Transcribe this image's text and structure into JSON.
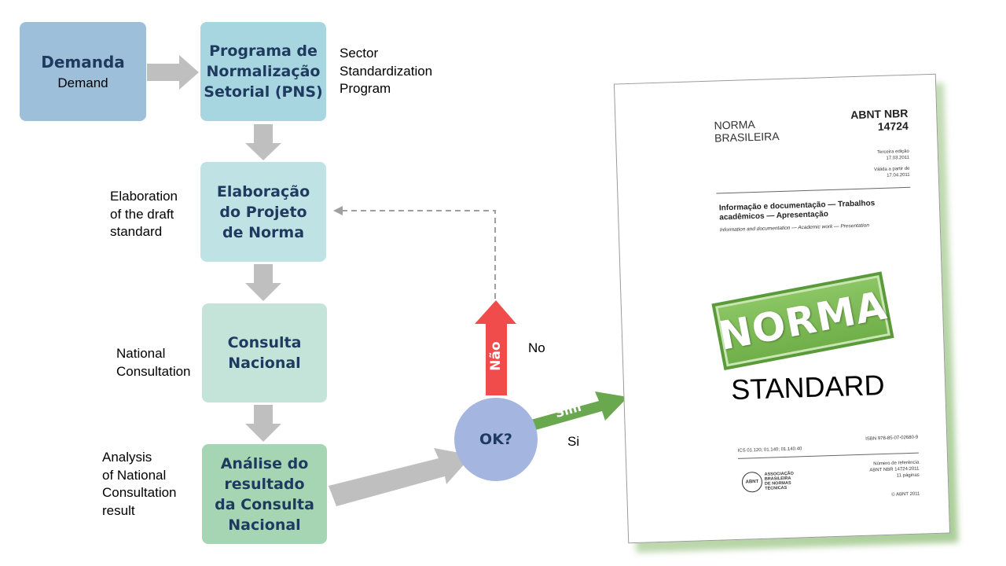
{
  "boxes": {
    "demanda": {
      "pt": "Demanda",
      "en": "Demand"
    },
    "pns": {
      "pt1": "Programa de",
      "pt2": "Normalização",
      "pt3": "Setorial (PNS)"
    },
    "elaboracao": {
      "pt1": "Elaboração",
      "pt2": "do Projeto",
      "pt3": "de Norma"
    },
    "consulta": {
      "pt1": "Consulta",
      "pt2": "Nacional"
    },
    "analise": {
      "pt1": "Análise do",
      "pt2": "resultado",
      "pt3": "da Consulta",
      "pt4": "Nacional"
    }
  },
  "side_labels": {
    "pns": [
      "Sector",
      "Standardization",
      "Program"
    ],
    "elaboracao": [
      "Elaboration",
      "of the draft",
      "standard"
    ],
    "consulta": [
      "National",
      "Consultation"
    ],
    "analise": [
      "Analysis",
      "of National",
      "Consultation",
      "result"
    ]
  },
  "decision": {
    "label": "OK?",
    "no_pt": "Não",
    "no_en": "No",
    "yes_pt": "Sim",
    "yes_en": "Si"
  },
  "document": {
    "norma": "NORMA",
    "brasileira": "BRASILEIRA",
    "code1": "ABNT NBR",
    "code2": "14724",
    "edition1": "Terceira edição",
    "edition2": "17.03.2011",
    "valid1": "Válida a partir de",
    "valid2": "17.04.2011",
    "title_pt1": "Informação e documentação — Trabalhos",
    "title_pt2": "acadêmicos — Apresentação",
    "title_en": "Information and documentation — Academic work — Presentation",
    "stamp": "NORMA",
    "standard": "STANDARD",
    "ics": "ICS 01.120; 01.140; 01.140.40",
    "isbn": "ISBN 978-85-07-02680-9",
    "ref1": "Número de referência",
    "ref2": "ABNT NBR 14724:2011",
    "ref3": "11 páginas",
    "abnt_logo": "ABNT",
    "assoc1": "ASSOCIAÇÃO",
    "assoc2": "BRASILEIRA",
    "assoc3": "DE NORMAS",
    "assoc4": "TÉCNICAS",
    "copyright": "© ABNT 2011"
  },
  "colors": {
    "demanda": "#9dbfda",
    "pns": "#a8d6e0",
    "elaboracao": "#bfe2e4",
    "consulta": "#c4e4da",
    "analise": "#a6d5b4",
    "arrow_grey": "#bfbfbf",
    "arrow_red": "#f14c4c",
    "arrow_green": "#6aa84f",
    "decision": "#a4b6e0"
  }
}
